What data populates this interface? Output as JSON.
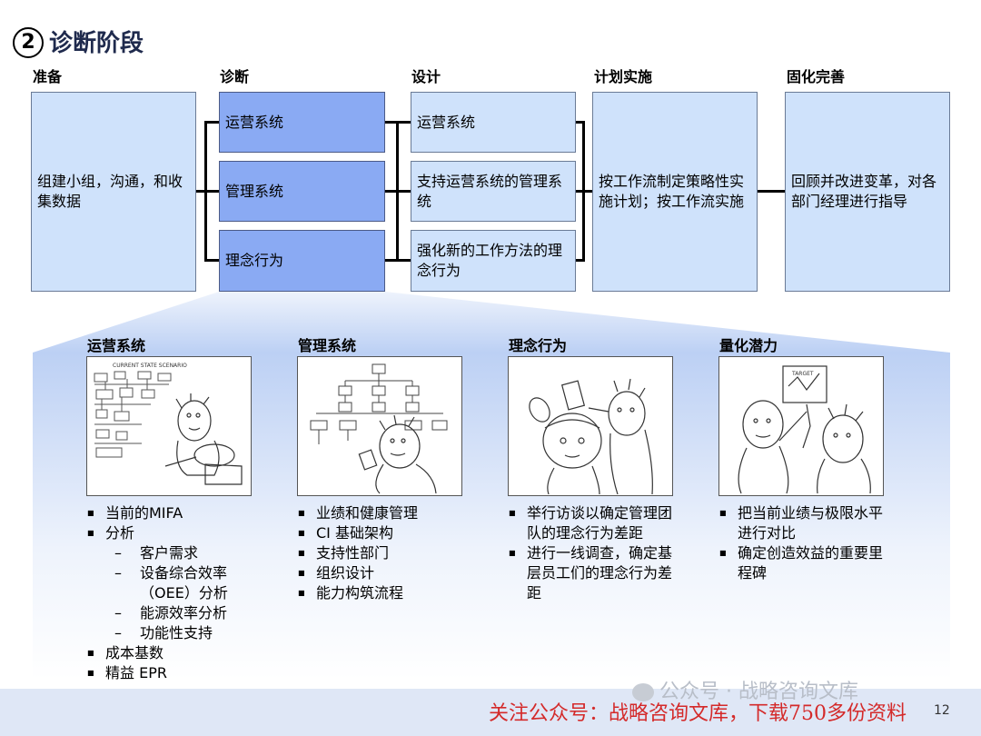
{
  "title": {
    "number": "2",
    "text": "诊断阶段"
  },
  "stages": {
    "prepare": {
      "header": "准备",
      "box": "组建小组，沟通，和收集数据"
    },
    "diagnose": {
      "header": "诊断",
      "items": [
        "运营系统",
        "管理系统",
        "理念行为"
      ]
    },
    "design": {
      "header": "设计",
      "items": [
        "运营系统",
        "支持运营系统的管理系统",
        "强化新的工作方法的理念行为"
      ]
    },
    "plan": {
      "header": "计划实施",
      "box": "按工作流制定策略性实施计划；按工作流实施"
    },
    "consolidate": {
      "header": "固化完善",
      "box": "回顾并改进变革，对各部门经理进行指导"
    }
  },
  "details": [
    {
      "header": "运营系统",
      "picture": "current-state-scenario-sketch",
      "bullets": [
        "当前的MIFA",
        "分析"
      ],
      "subs": [
        "客户需求",
        "设备综合效率（OEE）分析",
        "能源效率分析",
        "功能性支持"
      ],
      "bullets_after": [
        "成本基数",
        "精益 EPR"
      ]
    },
    {
      "header": "管理系统",
      "picture": "org-chart-sketch",
      "bullets": [
        "业绩和健康管理",
        "CI 基础架构",
        "支持性部门",
        "组织设计",
        "能力构筑流程"
      ]
    },
    {
      "header": "理念行为",
      "picture": "mindset-sketch",
      "bullets": [
        "举行访谈以确定管理团队的理念行为差距",
        "进行一线调查，确定基层员工们的理念行为差距"
      ]
    },
    {
      "header": "量化潜力",
      "picture": "target-sketch",
      "bullets": [
        "把当前业绩与极限水平进行对比",
        "确定创造效益的重要里程碑"
      ]
    }
  ],
  "sketch_text": {
    "scenario": "CURRENT STATE SCENARIO",
    "target": "TARGET"
  },
  "footer": {
    "watermark": "公众号 · 战略咨询文库",
    "notice": "关注公众号：战略咨询文库，下载750多份资料",
    "page": "12"
  }
}
